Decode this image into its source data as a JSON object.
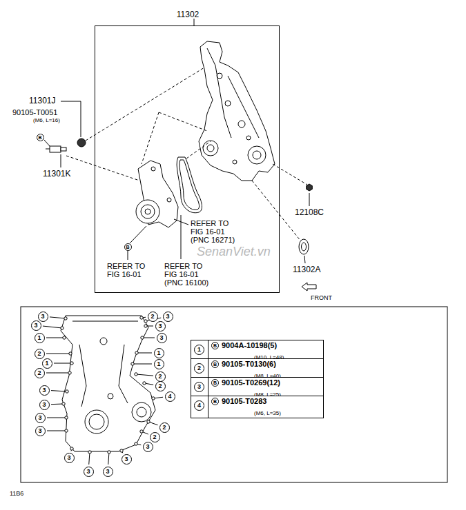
{
  "diagram": {
    "nodes": [
      {
        "text": [
          "11302"
        ]
      },
      {
        "text": [
          "1",
          "B",
          "9004A-10198(5)",
          "(M10, L=48)"
        ]
      },
      {
        "text": [
          "2",
          "B",
          "90105-T0130(6)",
          "(M8, L=40)"
        ]
      },
      {
        "text": [
          "3",
          "B",
          "90105-T0269(12)",
          "(M8, L=25)"
        ]
      },
      {
        "text": [
          "4",
          "B",
          "90105-T0283",
          "(M6, L=35)"
        ]
      }
    ],
    "labels": [
      "11301J",
      "90105-T0051",
      "(M6, L=16)",
      "B",
      "11301K",
      "12108C",
      "11302A",
      "FRONT",
      "REFER TO FIG 16-01 (PNC 16271)",
      "B",
      "REFER TO FIG 16-01",
      "REFER TO FIG 16-01 (PNC 16100)",
      "SenanViet.vn",
      "11B6",
      "3",
      "3",
      "1",
      "2",
      "1",
      "2",
      "3",
      "3",
      "3",
      "3",
      "3",
      "3",
      "3",
      "3",
      "3",
      "2",
      "2",
      "4",
      "2",
      "2",
      "1",
      "1",
      "3",
      "3",
      "2",
      "3"
    ]
  }
}
